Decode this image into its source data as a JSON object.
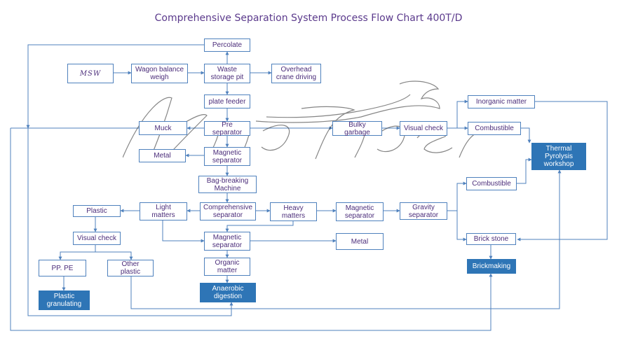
{
  "title": "Comprehensive Separation System Process Flow Chart 400T/D",
  "watermark": "KingTiger",
  "colors": {
    "line": "#4f81bd",
    "box_border": "#4f81bd",
    "box_text": "#4b2d7a",
    "filled_box": "#2e75b6",
    "title": "#5b3a8c"
  },
  "nodes": {
    "percolate": "Percolate",
    "msw": "MSW",
    "wagon_balance": "Wagon balance\nweigh",
    "waste_pit": "Waste\nstorage pit",
    "overhead_crane": "Overhead\ncrane driving",
    "plate_feeder": "plate feeder",
    "muck": "Muck",
    "pre_separator": "Pre\nseparator",
    "bulky_garbage": "Bulky\ngarbage",
    "visual_check_top": "Visual check",
    "inorganic": "Inorganic matter",
    "combustible_top": "Combustible",
    "thermal": "Thermal\nPyrolysis\nworkshop",
    "metal_left": "Metal",
    "magnetic_sep_top": "Magnetic\nseparator",
    "bag_breaking": "Bag-breaking\nMachine",
    "combustible_mid": "Combustible",
    "plastic": "Plastic",
    "light_matters": "Light\nmatters",
    "comprehensive_sep": "Comprehensive\nseparator",
    "heavy_matters": "Heavy\nmatters",
    "magnetic_sep_right": "Magnetic\nseparator",
    "gravity_sep": "Gravity\nseparator",
    "visual_check_left": "Visual check",
    "magnetic_sep_mid": "Magnetic\nseparator",
    "metal_right": "Metal",
    "brick_stone": "Brick stone",
    "pp_pe": "PP. PE",
    "other_plastic": "Other\nplastic",
    "organic": "Organic\nmatter",
    "brickmaking": "Brickmaking",
    "plastic_granulating": "Plastic\ngranulating",
    "anaerobic": "Anaerobic\ndigestion"
  }
}
